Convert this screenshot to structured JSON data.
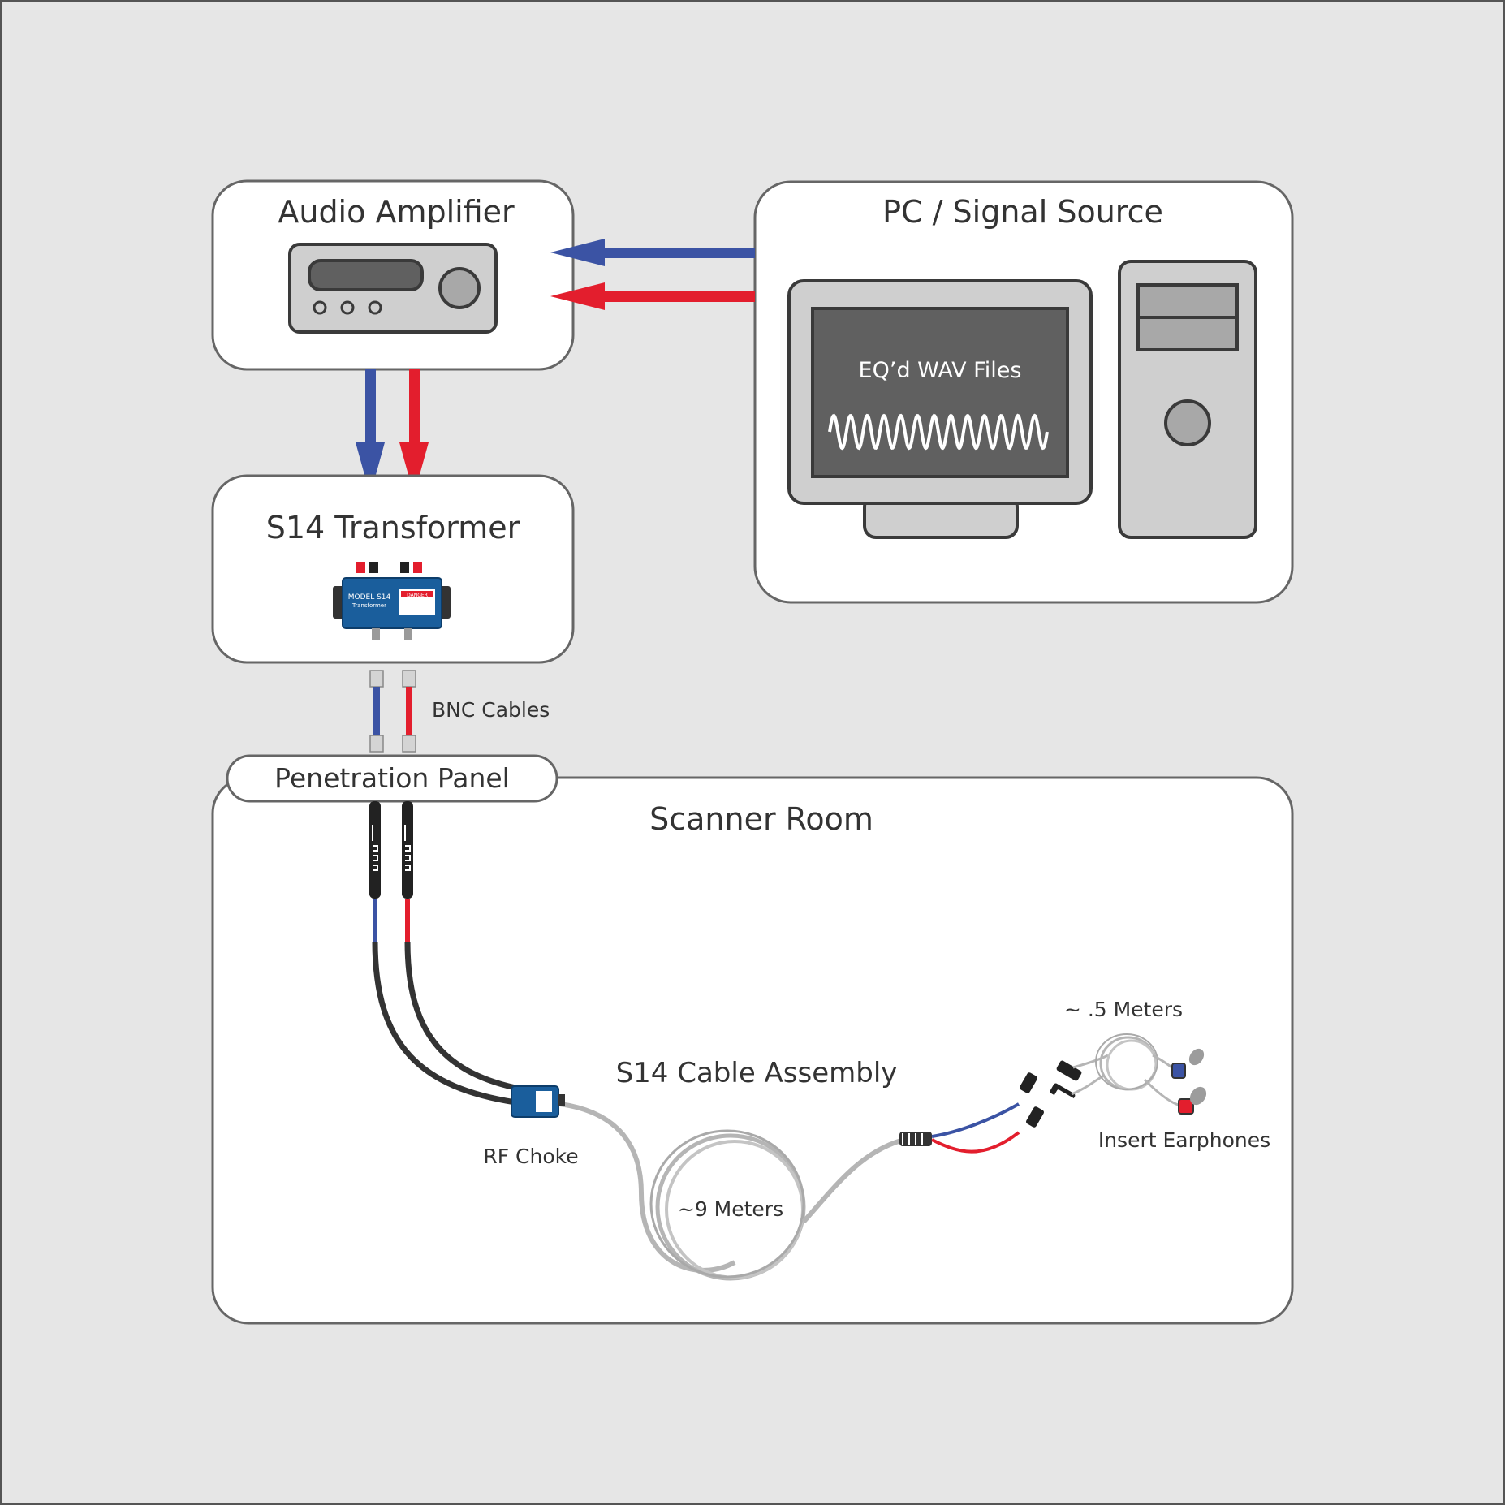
{
  "amplifier": {
    "title": "Audio Amplifier"
  },
  "pc": {
    "title": "PC / Signal Source",
    "screen_text": "EQ’d WAV Files"
  },
  "transformer": {
    "title": "S14 Transformer",
    "model_label": "MODEL S14",
    "model_sub": "Transformer",
    "warning_label": "DANGER"
  },
  "bnc": {
    "label": "BNC Cables"
  },
  "panel": {
    "title": "Penetration Panel"
  },
  "scanner": {
    "title": "Scanner Room",
    "assembly_label": "S14 Cable Assembly",
    "choke_label": "RF Choke",
    "coil_label": "~9 Meters",
    "short_cable_label": "~ .5 Meters",
    "earphones_label": "Insert Earphones"
  },
  "colors": {
    "blue": "#3b53a4",
    "red": "#e31e2d",
    "cable_gray": "#b5b5b5",
    "device_blue": "#1a5e9c"
  }
}
